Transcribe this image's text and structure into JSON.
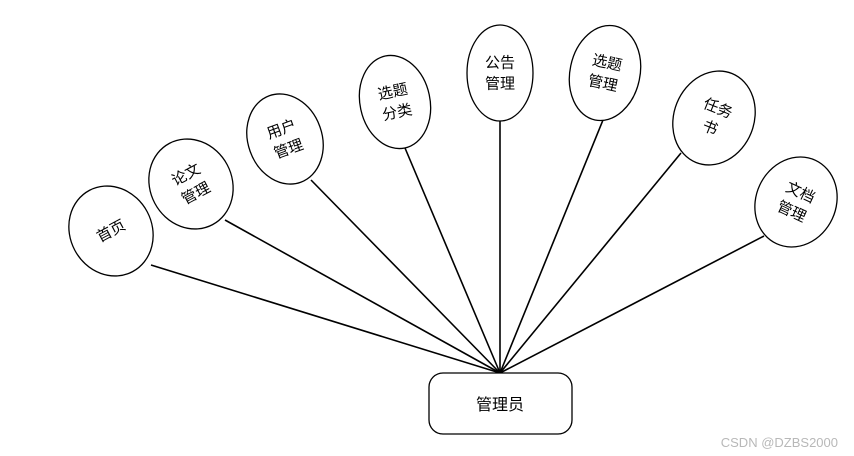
{
  "diagram": {
    "root": {
      "label": "管理员"
    },
    "nodes": [
      {
        "lines": [
          "首页"
        ]
      },
      {
        "lines": [
          "论文",
          "管理"
        ]
      },
      {
        "lines": [
          "用户",
          "管理"
        ]
      },
      {
        "lines": [
          "选题",
          "分类"
        ]
      },
      {
        "lines": [
          "公告",
          "管理"
        ]
      },
      {
        "lines": [
          "选题",
          "管理"
        ]
      },
      {
        "lines": [
          "任务",
          "书"
        ]
      },
      {
        "lines": [
          "文档",
          "管理"
        ]
      }
    ]
  },
  "watermark": "CSDN @DZBS2000",
  "colors": {
    "stroke": "#000000",
    "fill": "#ffffff",
    "watermark": "#b8b8b8"
  }
}
